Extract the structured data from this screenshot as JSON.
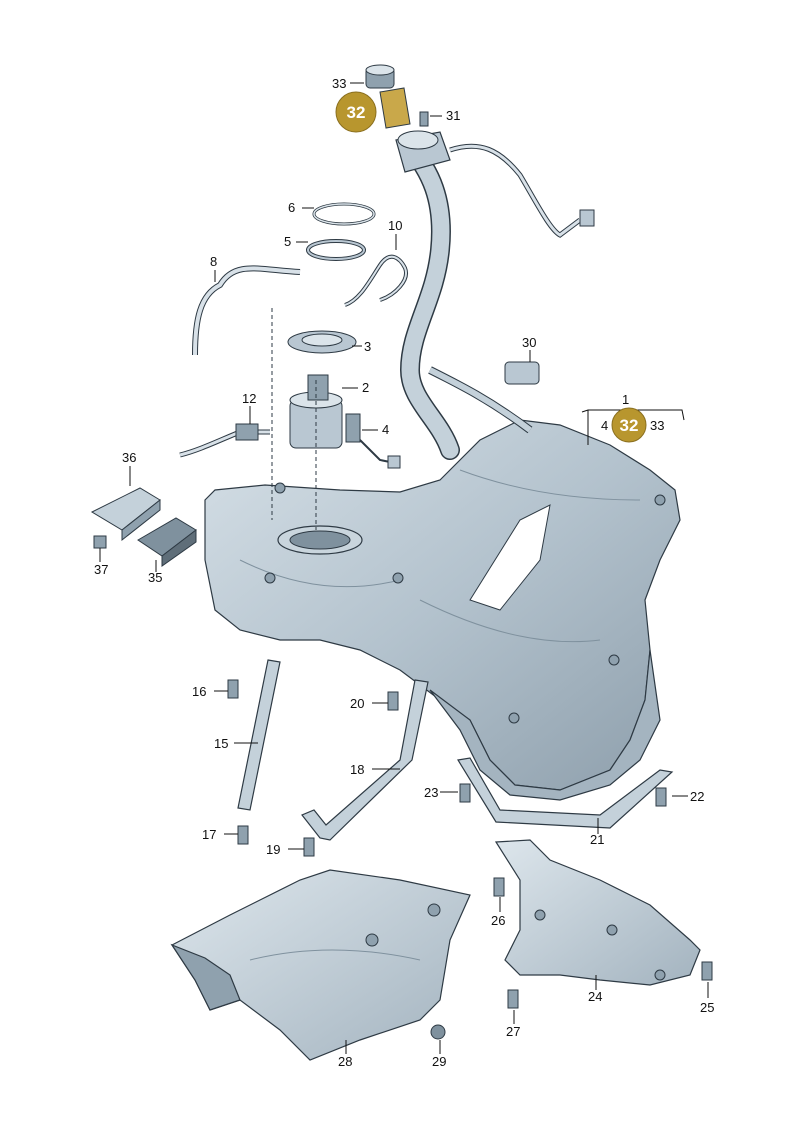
{
  "colors": {
    "part_fill": "#b9c7d2",
    "part_fill_light": "#dbe4ea",
    "part_fill_dark": "#8fa1ae",
    "outline": "#2e3a44",
    "badge": "#b8962e"
  },
  "labels": {
    "l1": "1",
    "l2": "2",
    "l3": "3",
    "l4": "4",
    "l4b": "4",
    "l5": "5",
    "l6": "6",
    "l8": "8",
    "l10": "10",
    "l12": "12",
    "l15": "15",
    "l16": "16",
    "l17": "17",
    "l18": "18",
    "l19": "19",
    "l20": "20",
    "l21": "21",
    "l22": "22",
    "l23": "23",
    "l24": "24",
    "l25": "25",
    "l26": "26",
    "l27": "27",
    "l28": "28",
    "l29": "29",
    "l30": "30",
    "l31": "31",
    "l33": "33",
    "l33b": "33",
    "l35": "35",
    "l36": "36",
    "l37": "37"
  },
  "badges": {
    "b1": "32",
    "b2": "32"
  }
}
